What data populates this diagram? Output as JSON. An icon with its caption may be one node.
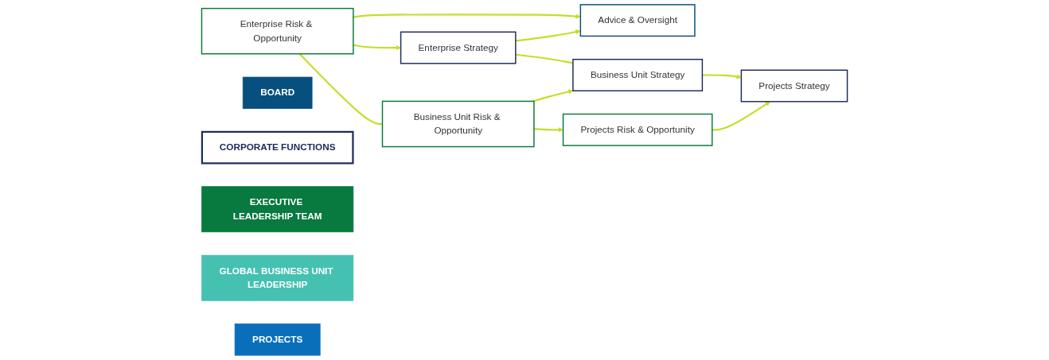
{
  "diagram": {
    "nodes": [
      {
        "text": [
          "BOARD"
        ]
      },
      {
        "text": [
          "Advice & Oversight"
        ]
      },
      {
        "text": [
          "CORPORATE FUNCTIONS"
        ]
      },
      {
        "text": [
          "EXECUTIVE LEADERSHIP TEAM"
        ]
      },
      {
        "text": [
          "Enterprise Risk & Opportunity"
        ]
      },
      {
        "text": [
          "Enterprise Strategy"
        ]
      },
      {
        "text": [
          "GLOBAL BUSINESS UNIT LEADERSHIP"
        ]
      },
      {
        "text": [
          "Business Unit Risk & Opportunity"
        ]
      },
      {
        "text": [
          "Business Unit Strategy"
        ]
      },
      {
        "text": [
          "PROJECTS"
        ]
      },
      {
        "text": [
          "Projects Risk & Opportunity"
        ]
      },
      {
        "text": [
          "Projects Strategy"
        ]
      }
    ],
    "edges": [
      {
        "from": 4,
        "to": 1,
        "arrow": "to"
      },
      {
        "from": 5,
        "to": 1,
        "arrow": "to"
      },
      {
        "from": 4,
        "to": 5,
        "arrow": "to"
      },
      {
        "from": 4,
        "to": 7,
        "arrow": "none"
      },
      {
        "from": 5,
        "to": 8,
        "arrow": "none"
      },
      {
        "from": 7,
        "to": 8,
        "arrow": "to"
      },
      {
        "from": 7,
        "to": 10,
        "arrow": "to"
      },
      {
        "from": 8,
        "to": 11,
        "arrow": "to"
      },
      {
        "from": 10,
        "to": 11,
        "arrow": "to"
      }
    ]
  }
}
